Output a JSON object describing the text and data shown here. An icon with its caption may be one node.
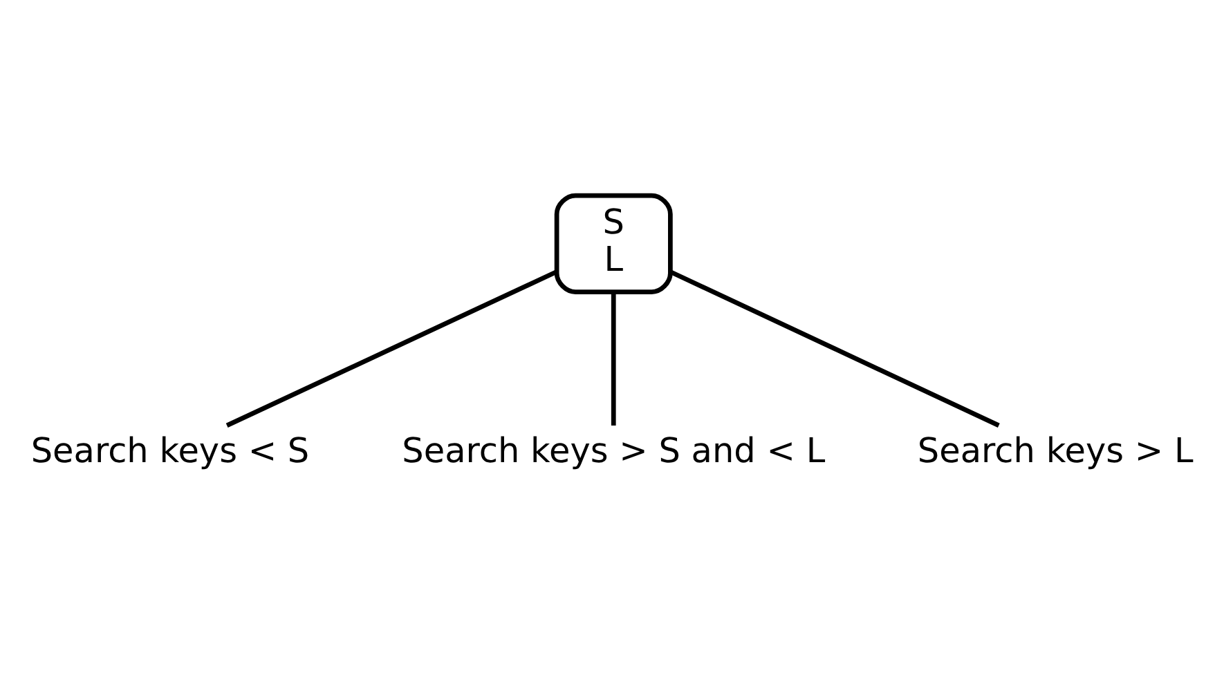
{
  "diagram": {
    "nodes": [
      {
        "text": [
          "S",
          "L"
        ]
      },
      {
        "text": [
          "Search keys < S"
        ]
      },
      {
        "text": [
          "Search keys > S and < L"
        ]
      },
      {
        "text": [
          "Search keys > L"
        ]
      }
    ],
    "edges": [
      {
        "from": 0,
        "to": 1,
        "arrow": "none"
      },
      {
        "from": 0,
        "to": 2,
        "arrow": "none"
      },
      {
        "from": 0,
        "to": 3,
        "arrow": "none"
      }
    ]
  }
}
